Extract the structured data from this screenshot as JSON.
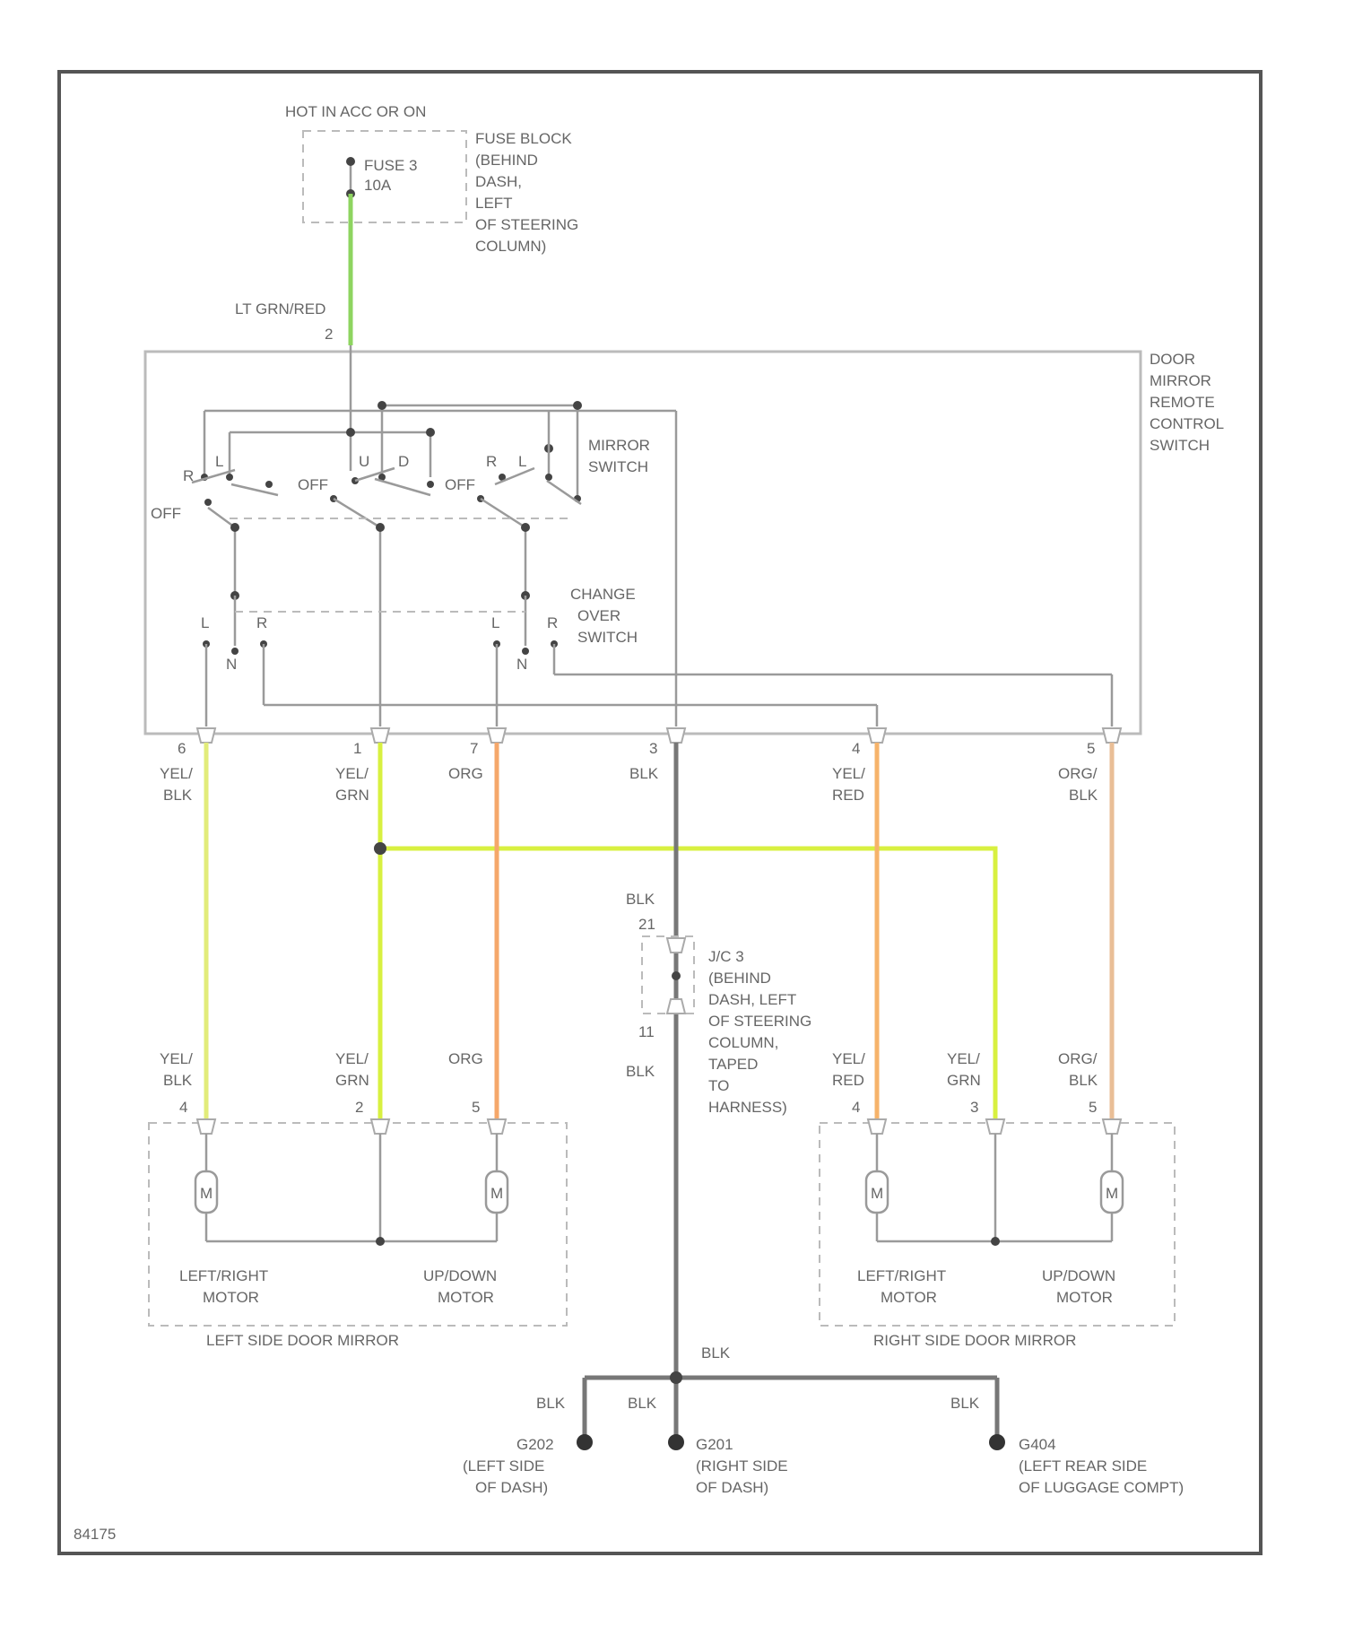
{
  "colors": {
    "frame": "#555555",
    "wire_gray": "#9a9a9a",
    "lt_grn_red": "#8ed460",
    "yel": "#e2ec7a",
    "yel_grn": "#d8f040",
    "org": "#f5a76a",
    "org_blk": "#e9be96",
    "yel_red": "#f6b36a",
    "blk": "#777777"
  },
  "labels": {
    "power_source": "HOT IN ACC OR ON",
    "fuse": [
      "FUSE 3",
      "10A"
    ],
    "fuse_block": [
      "FUSE BLOCK",
      "(BEHIND",
      "DASH,",
      "LEFT",
      "OF STEERING",
      "COLUMN)"
    ],
    "feed_wire": "LT GRN/RED",
    "feed_pin": "2",
    "remote_switch": [
      "DOOR",
      "MIRROR",
      "REMOTE",
      "CONTROL",
      "SWITCH"
    ],
    "mirror_switch": [
      "MIRROR",
      "SWITCH"
    ],
    "changeover_switch": [
      "CHANGE",
      "OVER",
      "SWITCH"
    ],
    "sw_off": "OFF",
    "sw_r": "R",
    "sw_l": "L",
    "sw_u": "U",
    "sw_d": "D",
    "co_l": "L",
    "co_n": "N",
    "co_r": "R",
    "junction": [
      "J/C 3",
      "(BEHIND",
      "DASH, LEFT",
      "OF STEERING",
      "COLUMN,",
      "TAPED",
      "TO",
      "HARNESS)"
    ],
    "jc_pin_top": "21",
    "jc_pin_bottom": "11",
    "left_mirror": "LEFT SIDE DOOR MIRROR",
    "right_mirror": "RIGHT SIDE DOOR MIRROR",
    "lr_motor": [
      "LEFT/RIGHT",
      "MOTOR"
    ],
    "ud_motor": [
      "UP/DOWN",
      "MOTOR"
    ],
    "motor_symbol": "M",
    "ground_wire": "BLK",
    "g202": [
      "G202",
      "(LEFT SIDE",
      "OF DASH)"
    ],
    "g201": [
      "G201",
      "(RIGHT SIDE",
      "OF DASH)"
    ],
    "g404": [
      "G404",
      "(LEFT REAR SIDE",
      "OF LUGGAGE COMPT)"
    ],
    "fig_id": "84175"
  },
  "switch_pins": [
    {
      "pin": "6",
      "color": "YEL/BLK"
    },
    {
      "pin": "1",
      "color": "YEL/GRN"
    },
    {
      "pin": "7",
      "color": "ORG"
    },
    {
      "pin": "3",
      "color": "BLK"
    },
    {
      "pin": "4",
      "color": "YEL/RED"
    },
    {
      "pin": "5",
      "color": "ORG/BLK"
    }
  ],
  "left_mirror_pins": [
    {
      "pin": "4",
      "color": "YEL/BLK"
    },
    {
      "pin": "2",
      "color": "YEL/GRN"
    },
    {
      "pin": "5",
      "color": "ORG"
    }
  ],
  "right_mirror_pins": [
    {
      "pin": "4",
      "color": "YEL/RED"
    },
    {
      "pin": "3",
      "color": "YEL/GRN"
    },
    {
      "pin": "5",
      "color": "ORG/BLK"
    }
  ]
}
